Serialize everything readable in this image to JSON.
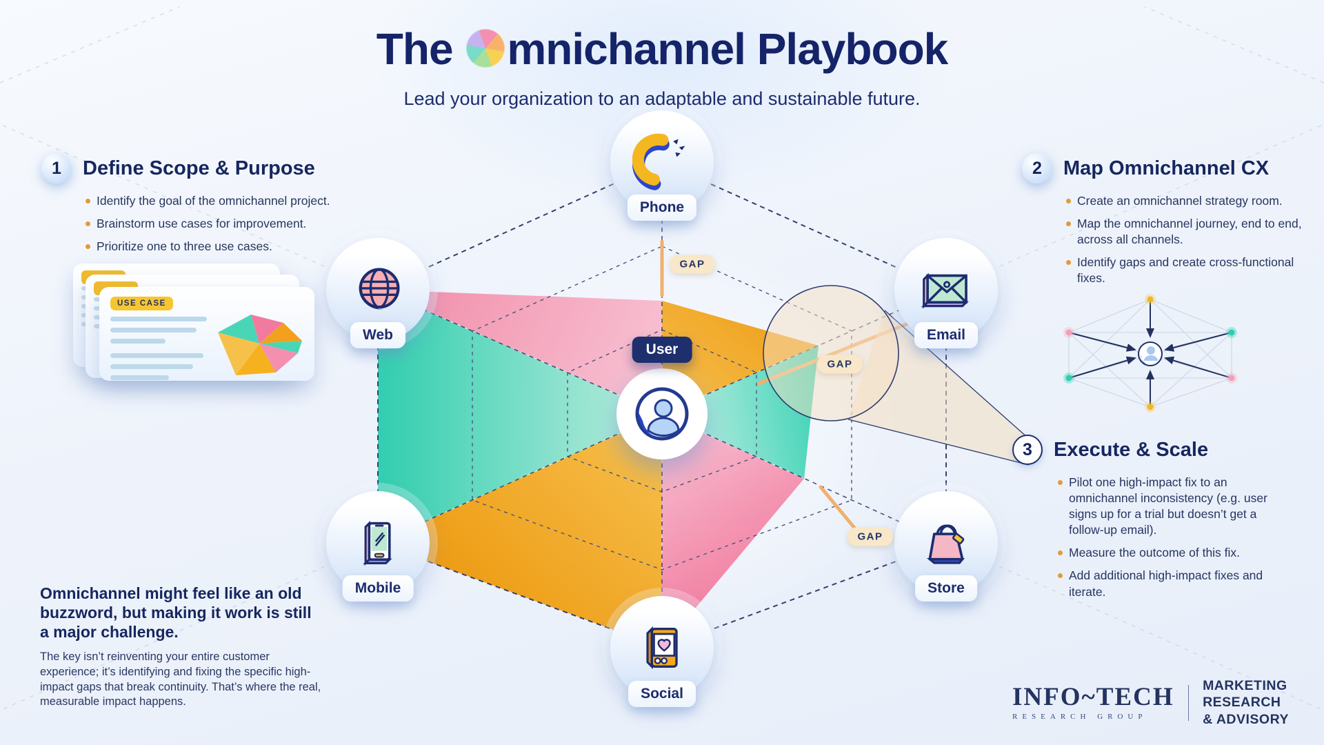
{
  "title": {
    "part1": "The",
    "part2": "mnichannel Playbook"
  },
  "subtitle": "Lead your organization to an adaptable and sustainable future.",
  "steps": [
    {
      "number": "1",
      "heading": "Define Scope & Purpose",
      "bullets": [
        "Identify the goal of the omnichannel project.",
        "Brainstorm use cases for improvement.",
        "Prioritize one to three use cases."
      ]
    },
    {
      "number": "2",
      "heading": "Map Omnichannel CX",
      "bullets": [
        "Create an omnichannel strategy room.",
        "Map the omnichannel journey, end to end, across all channels.",
        "Identify gaps and create cross-functional fixes."
      ]
    },
    {
      "number": "3",
      "heading": "Execute & Scale",
      "bullets": [
        "Pilot one high-impact fix to an omnichannel inconsistency (e.g. user signs up for a trial but doesn’t get a follow-up email).",
        "Measure the outcome of this fix.",
        "Add additional high-impact fixes and iterate."
      ]
    }
  ],
  "use_case_card": {
    "badge": "USE CASE"
  },
  "diagram": {
    "center_label": "User",
    "gap_label": "GAP",
    "channels": [
      {
        "label": "Phone",
        "icon": "phone-icon"
      },
      {
        "label": "Email",
        "icon": "email-icon"
      },
      {
        "label": "Store",
        "icon": "store-icon"
      },
      {
        "label": "Social",
        "icon": "social-icon"
      },
      {
        "label": "Mobile",
        "icon": "mobile-icon"
      },
      {
        "label": "Web",
        "icon": "web-icon"
      }
    ]
  },
  "callout": {
    "heading": "Omnichannel might feel like an old buzzword, but making it work is still a major challenge.",
    "body": "The key isn’t reinventing your entire customer experience; it’s identifying and fixing the specific high-impact gaps that break continuity. That’s where the real, measurable impact happens."
  },
  "footer_logo": {
    "brand": "INFO~TECH",
    "brand_sub": "RESEARCH GROUP",
    "tagline_line1": "MARKETING RESEARCH",
    "tagline_line2": "& ADVISORY"
  },
  "colors": {
    "navy": "#1e2f6e",
    "orange": "#f0a11a",
    "pink": "#f287a5",
    "teal": "#35d1b3",
    "yellow": "#f5c631",
    "gap_cream": "#f8e7c9"
  }
}
